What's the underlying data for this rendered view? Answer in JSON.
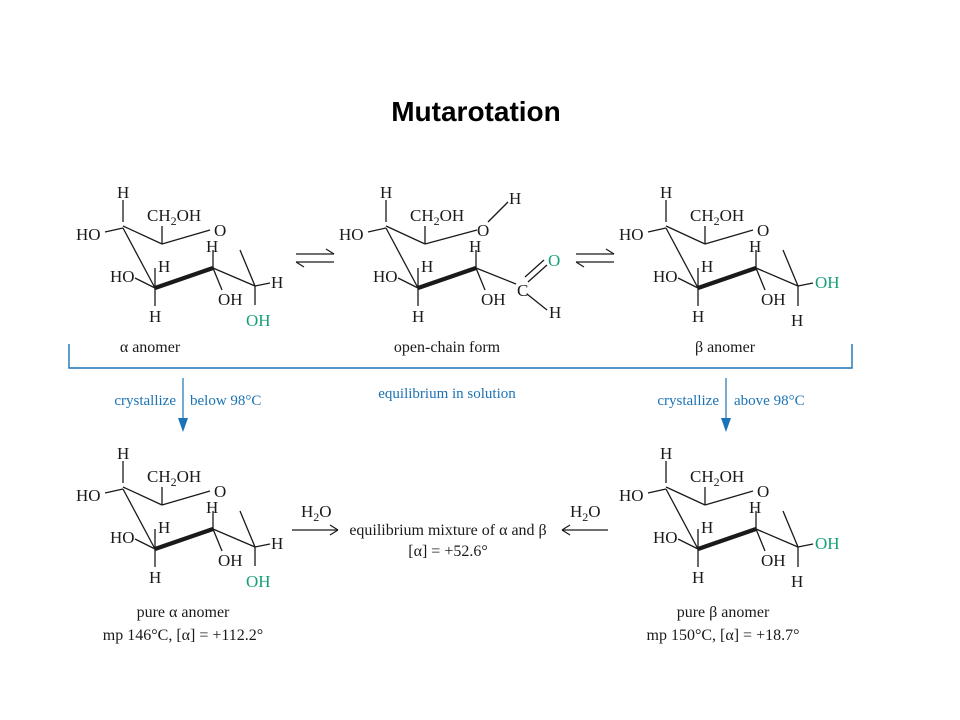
{
  "title": "Mutarotation",
  "colors": {
    "accent": "#1b73b5",
    "highlight": "#16a07a",
    "text": "#1a1a1a"
  },
  "atoms": {
    "H": "H",
    "HO": "HO",
    "OH": "OH",
    "O": "O",
    "C": "C",
    "CH": "CH",
    "two": "2",
    "OH_tail": "OH"
  },
  "top_row": {
    "alpha_label": "α anomer",
    "open_label": "open-chain form",
    "beta_label": "β anomer"
  },
  "equilibrium_label": "equilibrium in solution",
  "left_crystallize": {
    "left": "crystallize",
    "right": "below 98°C"
  },
  "right_crystallize": {
    "left": "crystallize",
    "right": "above 98°C"
  },
  "water": {
    "base": "H",
    "sub": "2",
    "tail": "O"
  },
  "mixture": {
    "line1": "equilibrium mixture of α and β",
    "line2": "[α] = +52.6°"
  },
  "pure_alpha": {
    "line1": "pure α anomer",
    "line2": "mp 146°C, [α] = +112.2°"
  },
  "pure_beta": {
    "line1": "pure β anomer",
    "line2": "mp 150°C, [α] = +18.7°"
  }
}
